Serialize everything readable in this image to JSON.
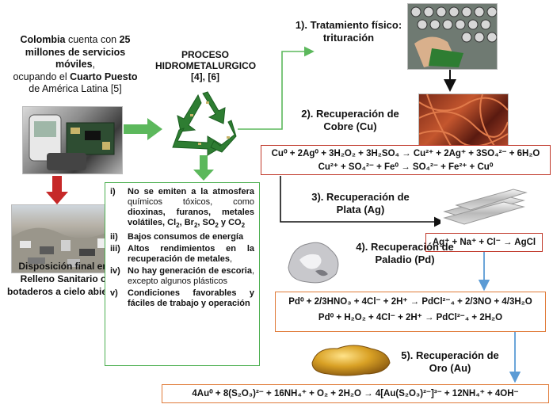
{
  "left_text": {
    "line1_b1": "Colombia",
    "line1_r": " cuenta con ",
    "line1_b2": "25",
    "line2": "millones de servicios móviles",
    "line2_r": ",",
    "line3": "ocupando el ",
    "line3_b": "Cuarto Puesto",
    "line4": "de América Latina [5]"
  },
  "process": {
    "title": "PROCESO HIDROMETALURGICO",
    "refs": "[4], [6]"
  },
  "disposal": {
    "text": "Disposición final en Relleno Sanitario o botaderos a cielo abierto"
  },
  "benefits": [
    {
      "num": "i)",
      "parts": [
        {
          "t": "No se emiten a la atmosfera",
          "b": true
        },
        {
          "t": " químicos tóxicos, como ",
          "b": false
        },
        {
          "t": "dioxinas, furanos, metales volátiles, Cl",
          "b": true
        },
        {
          "t": "2",
          "b": true,
          "sub": true
        },
        {
          "t": ", Br",
          "b": true
        },
        {
          "t": "2",
          "b": true,
          "sub": true
        },
        {
          "t": ", SO",
          "b": true
        },
        {
          "t": "2",
          "b": true,
          "sub": true
        },
        {
          "t": " y CO",
          "b": true
        },
        {
          "t": "2",
          "b": true,
          "sub": true
        }
      ]
    },
    {
      "num": "ii)",
      "parts": [
        {
          "t": "Bajos consumos de energía",
          "b": true
        }
      ]
    },
    {
      "num": "iii)",
      "parts": [
        {
          "t": "Altos rendimientos en la recuperación de metales",
          "b": true
        },
        {
          "t": ",",
          "b": false
        }
      ]
    },
    {
      "num": "iv)",
      "parts": [
        {
          "t": "No hay generación de escoria",
          "b": true
        },
        {
          "t": ", excepto algunos plásticos",
          "b": false
        }
      ]
    },
    {
      "num": "v)",
      "parts": [
        {
          "t": "Condiciones favorables y fáciles de trabajo y operación",
          "b": true
        }
      ]
    }
  ],
  "steps": {
    "s1": "1). Tratamiento físico: trituración",
    "s2": "2). Recuperación de Cobre (Cu)",
    "s3": "3). Recuperación de Plata (Ag)",
    "s4": "4). Recuperación de Paladio (Pd)",
    "s5": "5). Recuperación de Oro (Au)"
  },
  "equations": {
    "cu1": "Cu⁰ + 2Ag⁰ + 3H₂O₂ + 3H₂SO₄ → Cu²⁺ + 2Ag⁺ + 3SO₄²⁻ + 6H₂O",
    "cu2": "Cu²⁺ + SO₄²⁻ + Fe⁰ → SO₄²⁻ + Fe²⁺ + Cu⁰",
    "ag": "Ag⁺ + Na⁺ + Cl⁻ → AgCl",
    "pd1": "Pd⁰ + 2/3HNO₃ + 4Cl⁻ + 2H⁺ → PdCl²⁻₄ + 2/3NO + 4/3H₂O",
    "pd2": "Pd⁰ + H₂O₂ + 4Cl⁻ + 2H⁺ → PdCl²⁻₄ + 2H₂O",
    "au": "4Au⁰ + 8(S₂O₃)²⁻ + 16NH₄⁺ + O₂ + 2H₂O → 4[Au(S₂O₃)²⁻]³⁻ + 12NH₄⁺ + 4OH⁻"
  },
  "colors": {
    "green_arrow": "#5cb85c",
    "red_arrow": "#c62828",
    "blue_arrow": "#5b9bd5",
    "red_box": "#c0392b",
    "orange_box": "#e07b39"
  }
}
